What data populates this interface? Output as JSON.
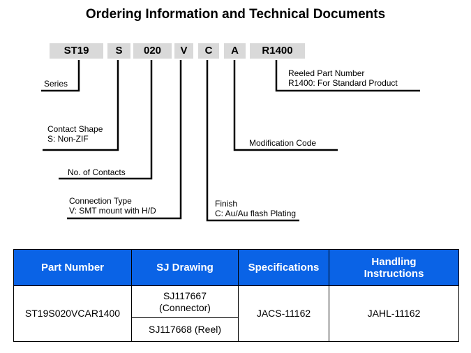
{
  "title": "Ordering Information and Technical Documents",
  "part_segments": [
    "ST19",
    "S",
    "020",
    "V",
    "C",
    "A",
    "R1400"
  ],
  "callouts": {
    "series": {
      "line1": "Series"
    },
    "contact_shape": {
      "line1": "Contact Shape",
      "line2": "S: Non-ZIF"
    },
    "contacts": {
      "line1": "No. of Contacts"
    },
    "connection_type": {
      "line1": "Connection Type",
      "line2": "V: SMT mount with H/D"
    },
    "finish": {
      "line1": "Finish",
      "line2": "C: Au/Au flash Plating"
    },
    "modification": {
      "line1": "Modification Code"
    },
    "reeled": {
      "line1": "Reeled Part Number",
      "line2": "R1400: For Standard Product"
    }
  },
  "table": {
    "headers": [
      "Part Number",
      "SJ Drawing",
      "Specifications",
      "Handling",
      "Instructions"
    ],
    "part_number": "ST19S020VCAR1400",
    "drawing_1_line1": "SJ117667",
    "drawing_1_line2": "(Connector)",
    "drawing_2": "SJ117668 (Reel)",
    "specifications": "JACS-11162",
    "handling": "JAHL-11162"
  },
  "colors": {
    "header_bg": "#0a63e6",
    "segment_bg": "#d9d9d9",
    "line": "#000000"
  }
}
